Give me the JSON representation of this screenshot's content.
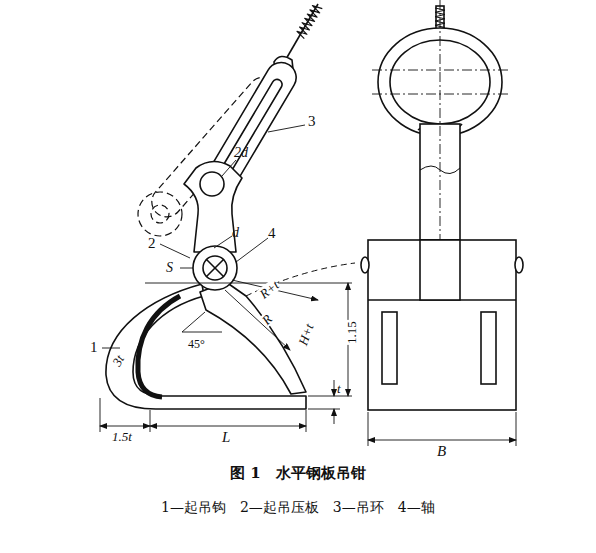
{
  "diagram": {
    "caption": "图 1　水平钢板吊钳",
    "labels": [
      "3",
      "2d",
      "2",
      "d",
      "4",
      "S",
      "R+t",
      "R",
      "H+t",
      "1.15",
      "1",
      "3t",
      "45°",
      "1.5t",
      "L",
      "t",
      "B",
      "1—起吊钩　2—起吊压板　3—吊环　4—轴"
    ]
  }
}
